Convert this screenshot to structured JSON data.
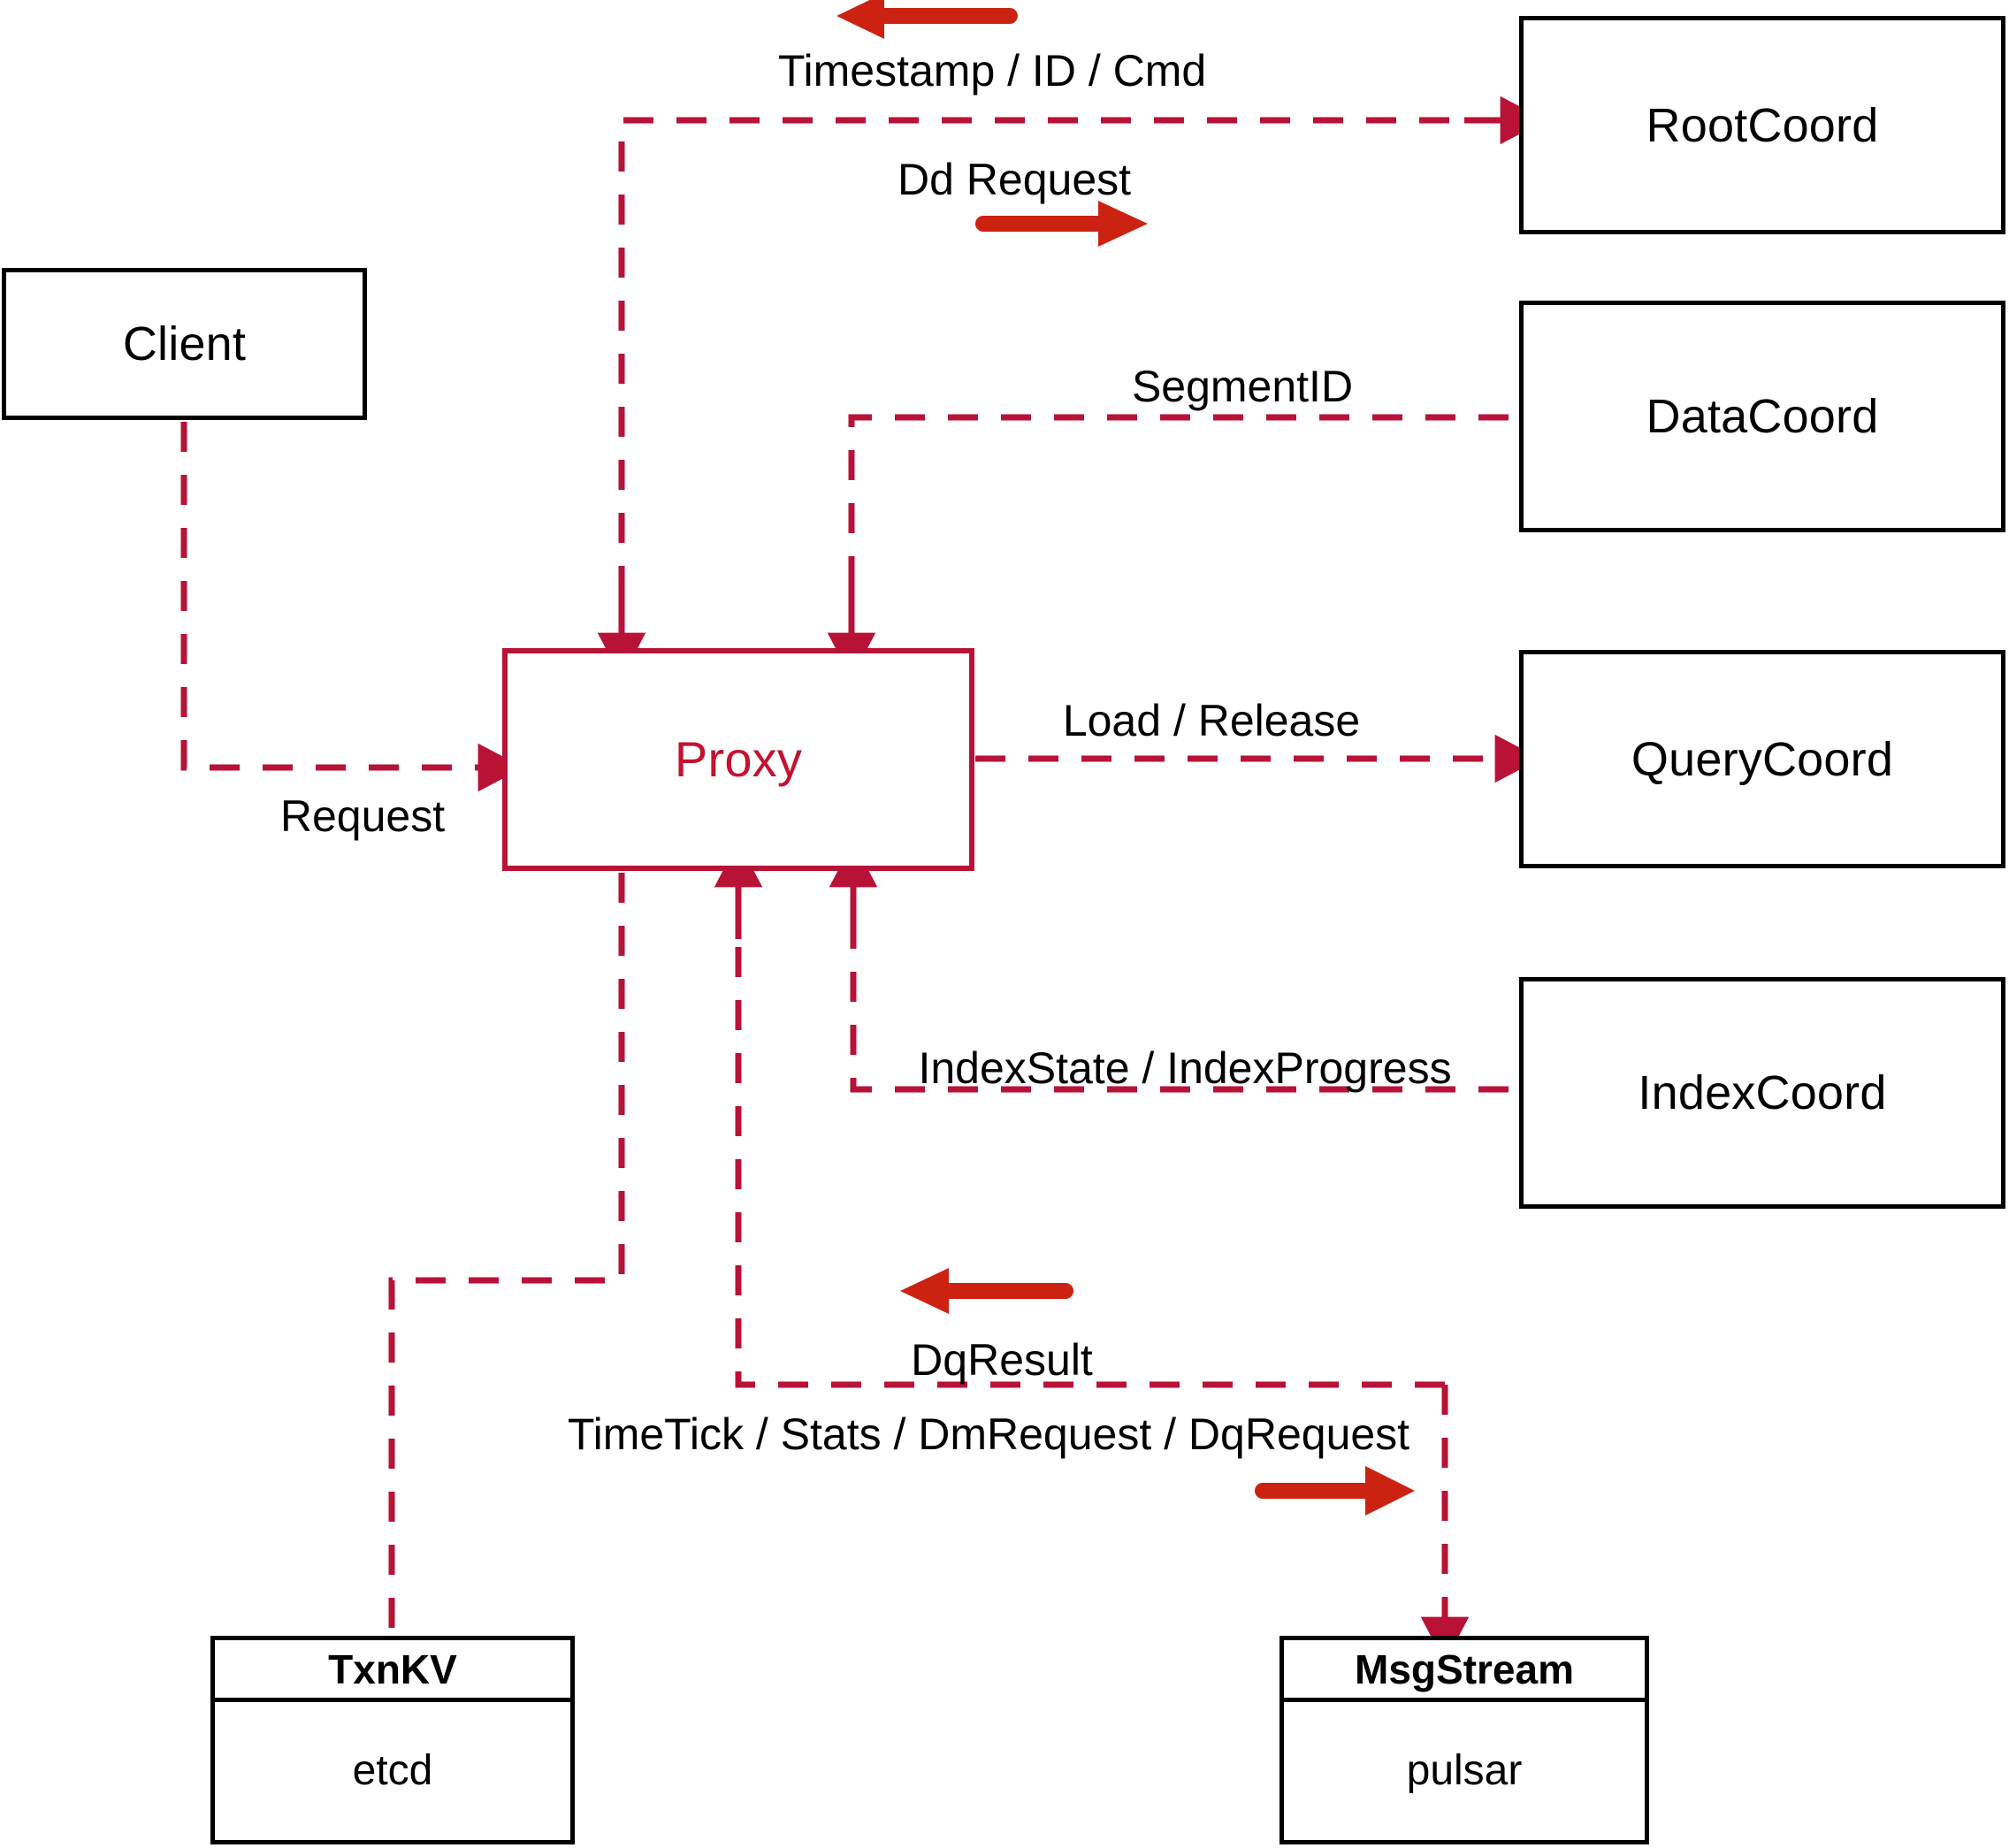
{
  "diagram": {
    "title": "Milvus Proxy interaction diagram",
    "colors": {
      "dashed_line": "#b81237",
      "solid_arrow": "#cc2211",
      "proxy_border": "#b81237",
      "proxy_text": "#c41230",
      "node_border": "#000000",
      "background": "#ffffff"
    }
  },
  "nodes": {
    "client": {
      "label": "Client"
    },
    "proxy": {
      "label": "Proxy"
    },
    "root_coord": {
      "label": "RootCoord"
    },
    "data_coord": {
      "label": "DataCoord"
    },
    "query_coord": {
      "label": "QueryCoord"
    },
    "index_coord": {
      "label": "IndexCoord"
    },
    "txnkv": {
      "header": "TxnKV",
      "body": "etcd"
    },
    "msgstream": {
      "header": "MsgStream",
      "body": "pulsar"
    }
  },
  "edges": [
    {
      "id": "timestamp-id-cmd",
      "label": "Timestamp / ID / Cmd",
      "from": "root_coord",
      "to": "proxy",
      "direction": "left"
    },
    {
      "id": "dd-request",
      "label": "Dd Request",
      "from": "proxy",
      "to": "root_coord",
      "direction": "right"
    },
    {
      "id": "segment-id",
      "label": "SegmentID",
      "from": "data_coord",
      "to": "proxy",
      "direction": "left"
    },
    {
      "id": "load-release",
      "label": "Load / Release",
      "from": "proxy",
      "to": "query_coord",
      "direction": "right"
    },
    {
      "id": "index-state-progress",
      "label": "IndexState / IndexProgress",
      "from": "index_coord",
      "to": "proxy",
      "direction": "left"
    },
    {
      "id": "request",
      "label": "Request",
      "from": "client",
      "to": "proxy",
      "direction": "right"
    },
    {
      "id": "dq-result",
      "label": "DqResult",
      "from": "msgstream",
      "to": "proxy",
      "direction": "left"
    },
    {
      "id": "timetick-stats-dmrequest-dqrequest",
      "label": "TimeTick / Stats / DmRequest / DqRequest",
      "from": "proxy",
      "to": "msgstream",
      "direction": "right"
    }
  ]
}
